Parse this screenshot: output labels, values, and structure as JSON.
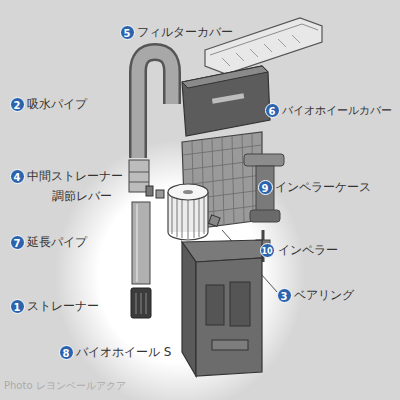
{
  "diagram": {
    "labels": [
      "5",
      "フィルターカバー",
      "2",
      "吸水パイプ",
      "6",
      "バイオホイールカバー",
      "4",
      "中間ストレーナー",
      "調節レバー",
      "9",
      "インペラーケース",
      "7",
      "延長パイプ",
      "10",
      "インペラー",
      "3",
      "ベアリング",
      "1",
      "ストレーナー",
      "8",
      "バイオホイール S",
      "Photo レヨンベールアクア"
    ]
  }
}
